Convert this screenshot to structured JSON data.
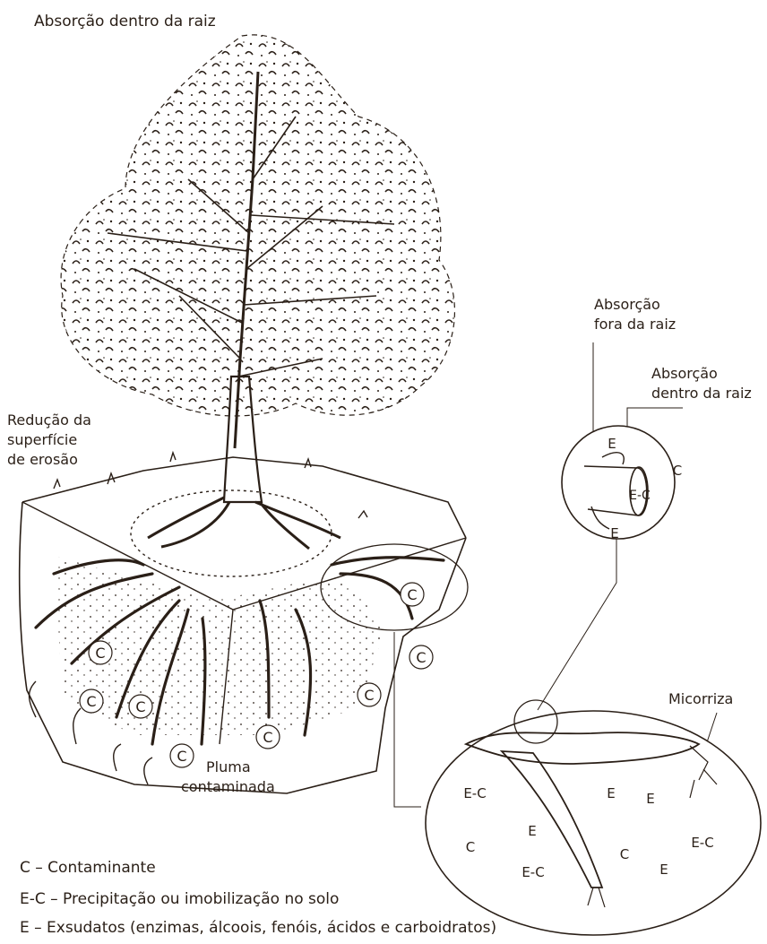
{
  "labels": {
    "top": "Absorção dentro da raiz",
    "erosion": [
      "Redução da",
      "superfície",
      "de erosão"
    ],
    "outside_root": [
      "Absorção",
      "fora da raiz"
    ],
    "inside_root": [
      "Absorção",
      "dentro da raiz"
    ],
    "micorriza": "Micorriza",
    "plume": [
      "Pluma",
      "contaminada"
    ]
  },
  "markers": {
    "contaminant": "C",
    "precipitation": "E-C",
    "exudate": "E"
  },
  "legend": [
    "C – Contaminante",
    "E-C – Precipitação ou imobilização no solo",
    "E – Exsudatos (enzimas, álcoois, fenóis, ácidos e carboidratos)"
  ],
  "colors": {
    "ink": "#2a1f17",
    "paper": "#ffffff"
  }
}
